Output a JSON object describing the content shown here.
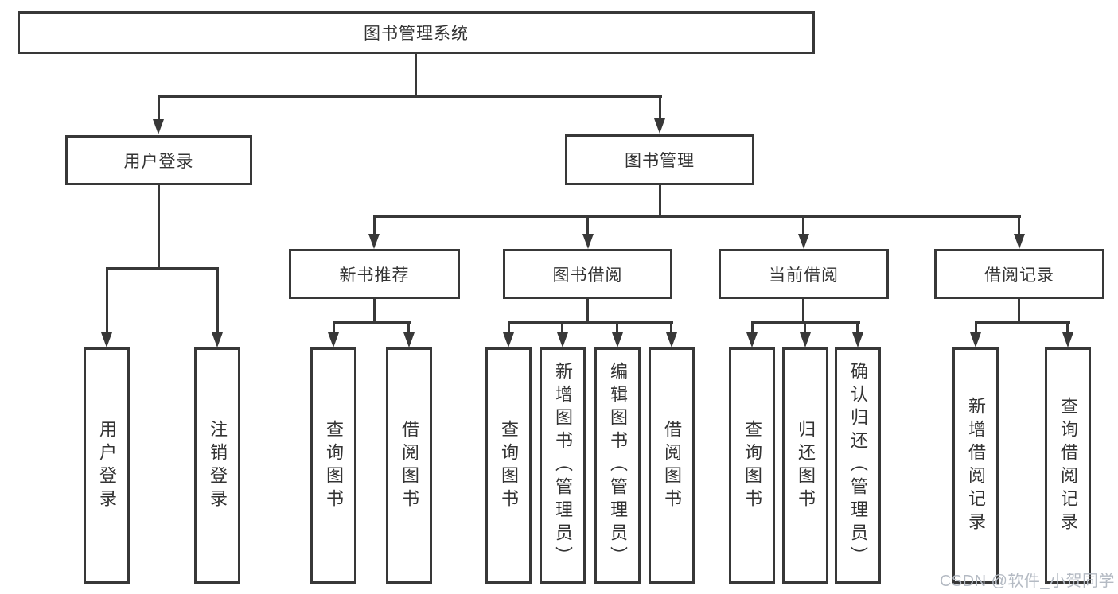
{
  "diagram": {
    "title": "图书管理系统",
    "branches": [
      {
        "label": "用户登录",
        "leaves": [
          "用户登录",
          "注销登录"
        ]
      },
      {
        "label": "图书管理",
        "children": [
          {
            "label": "新书推荐",
            "leaves": [
              "查询图书",
              "借阅图书"
            ]
          },
          {
            "label": "图书借阅",
            "leaves": [
              "查询图书",
              "新增图书（管理员）",
              "编辑图书（管理员）",
              "借阅图书"
            ]
          },
          {
            "label": "当前借阅",
            "leaves": [
              "查询图书",
              "归还图书",
              "确认归还（管理员）"
            ]
          },
          {
            "label": "借阅记录",
            "leaves": [
              "新增借阅记录",
              "查询借阅记录"
            ]
          }
        ]
      }
    ]
  },
  "watermark": {
    "text": "CSDN @软件_小贺同学"
  },
  "colors": {
    "line": "#383838",
    "text": "#333333",
    "watermark": "#b4bac3",
    "background": "#ffffff"
  }
}
